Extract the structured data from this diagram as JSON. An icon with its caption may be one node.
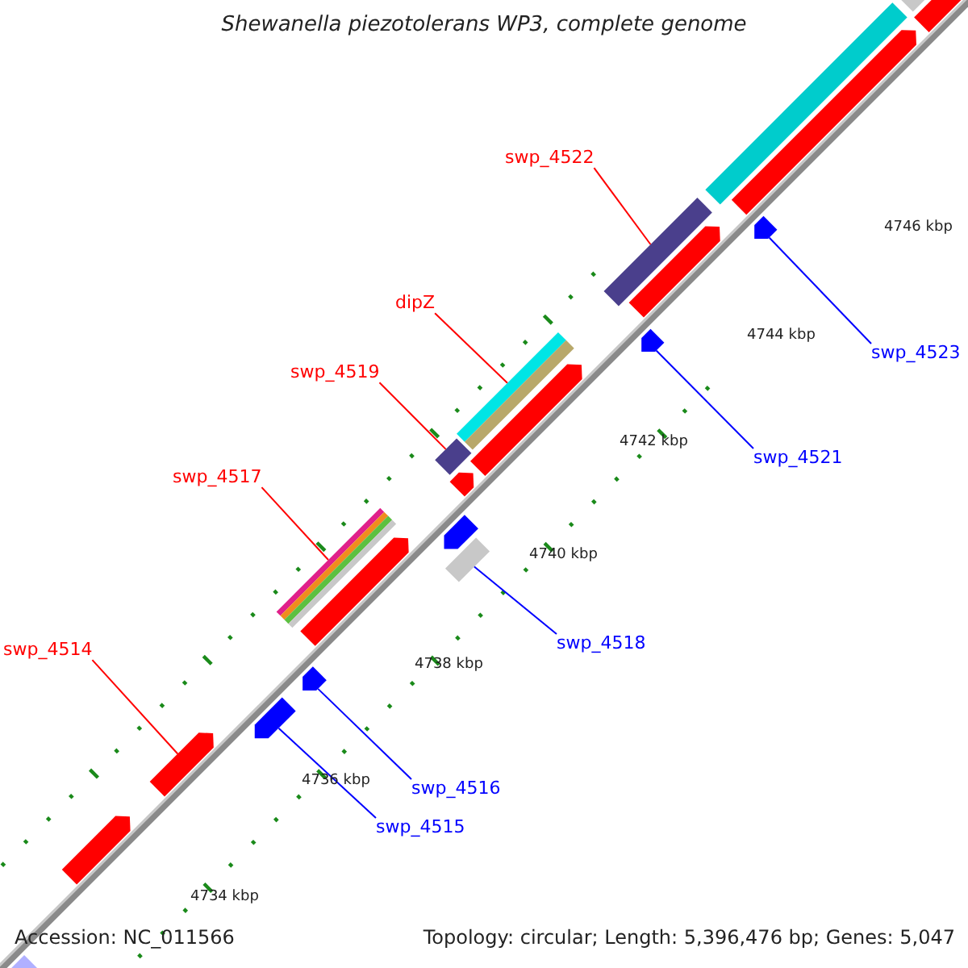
{
  "diagram": {
    "title": "Shewanella piezotolerans WP3, complete genome",
    "nodes": [
      {
        "text": [
          "swp_4522"
        ]
      },
      {
        "text": [],
        "shape": "bar"
      },
      {
        "text": [
          "dipZ"
        ]
      },
      {
        "text": [],
        "shape": "bar"
      },
      {
        "text": [
          "swp_4519"
        ]
      },
      {
        "text": [],
        "shape": "bar"
      },
      {
        "text": [
          "swp_4517"
        ]
      },
      {
        "text": [],
        "shape": "bar"
      },
      {
        "text": [
          "swp_4514"
        ]
      },
      {
        "text": [],
        "shape": "arrow"
      },
      {
        "text": [
          "swp_4523"
        ]
      },
      {
        "text": [],
        "shape": "arrow"
      },
      {
        "text": [
          "swp_4521"
        ]
      },
      {
        "text": [],
        "shape": "arrow"
      },
      {
        "text": [
          "swp_4518"
        ]
      },
      {
        "text": [],
        "shape": "bar"
      },
      {
        "text": [
          "swp_4516"
        ]
      },
      {
        "text": [],
        "shape": "arrow"
      },
      {
        "text": [
          "swp_4515"
        ]
      },
      {
        "text": [],
        "shape": "arrow"
      },
      {
        "text": [],
        "shape": "arrow"
      },
      {
        "text": [],
        "shape": "arrow"
      },
      {
        "text": [],
        "shape": "arrow"
      },
      {
        "text": [],
        "shape": "arrow"
      },
      {
        "text": [],
        "shape": "arrow"
      },
      {
        "text": [],
        "shape": "arrow"
      },
      {
        "text": [],
        "shape": "arrow"
      },
      {
        "text": [],
        "shape": "bar"
      },
      {
        "text": [],
        "shape": "bar"
      },
      {
        "text": [],
        "shape": "arrow"
      },
      {
        "text": [],
        "shape": "arrow"
      }
    ],
    "edges": [
      {
        "from": 0,
        "to": 1,
        "arrow": "none",
        "color": "#ff0000"
      },
      {
        "from": 2,
        "to": 3,
        "arrow": "none",
        "color": "#ff0000"
      },
      {
        "from": 4,
        "to": 5,
        "arrow": "none",
        "color": "#ff0000"
      },
      {
        "from": 6,
        "to": 7,
        "arrow": "none",
        "color": "#ff0000"
      },
      {
        "from": 8,
        "to": 9,
        "arrow": "none",
        "color": "#ff0000"
      },
      {
        "from": 10,
        "to": 11,
        "arrow": "none",
        "color": "#0000ff"
      },
      {
        "from": 12,
        "to": 13,
        "arrow": "none",
        "color": "#0000ff"
      },
      {
        "from": 14,
        "to": 15,
        "arrow": "none",
        "color": "#0000ff"
      },
      {
        "from": 16,
        "to": 17,
        "arrow": "none",
        "color": "#0000ff"
      },
      {
        "from": 18,
        "to": 19,
        "arrow": "none",
        "color": "#0000ff"
      }
    ],
    "labels": [
      "4746 kbp",
      "4744 kbp",
      "4742 kbp",
      "4740 kbp",
      "4738 kbp",
      "4736 kbp",
      "4734 kbp",
      "Accession: NC_011566",
      "Topology: circular; Length: 5,396,476 bp; Genes: 5,047"
    ]
  }
}
